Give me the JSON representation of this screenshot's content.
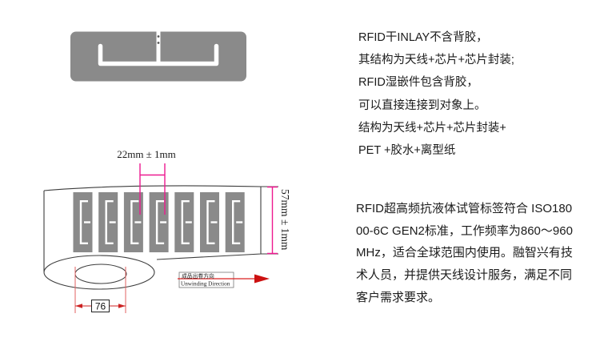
{
  "drawing": {
    "pitch_dimension": "22mm ± 1mm",
    "web_width_dimension": "57mm ± 1mm",
    "core_diameter": "76",
    "unwinding_direction_cn": "成品出卷方向",
    "unwinding_direction_en": "Unwinding Direction",
    "label_count": 7
  },
  "right_panel": {
    "block1_lines": [
      "RFID干INLAY不含背胶，",
      "其结构为天线+芯片+芯片封装;",
      "RFID湿嵌件包含背胶，",
      "可以直接连接到对象上。",
      "结构为天线+芯片+芯片封装+",
      "PET +胶水+离型纸"
    ],
    "block2_lines": [
      "RFID超高频抗液体试管标签符合 ISO180",
      "00-6C GEN2标准，工作频率为860～960",
      "MHz，适合全球范围内使用。融智兴有技",
      "术人员，并提供天线设计服务，满足不同",
      "客户需求要求。"
    ]
  },
  "colors": {
    "inlay_gray": "#8a8a8a",
    "antenna_white": "#ffffff",
    "dimension_pink": "#ed1a90",
    "dimension_red": "#cc2222",
    "outline_gray": "#3d3d3d"
  }
}
